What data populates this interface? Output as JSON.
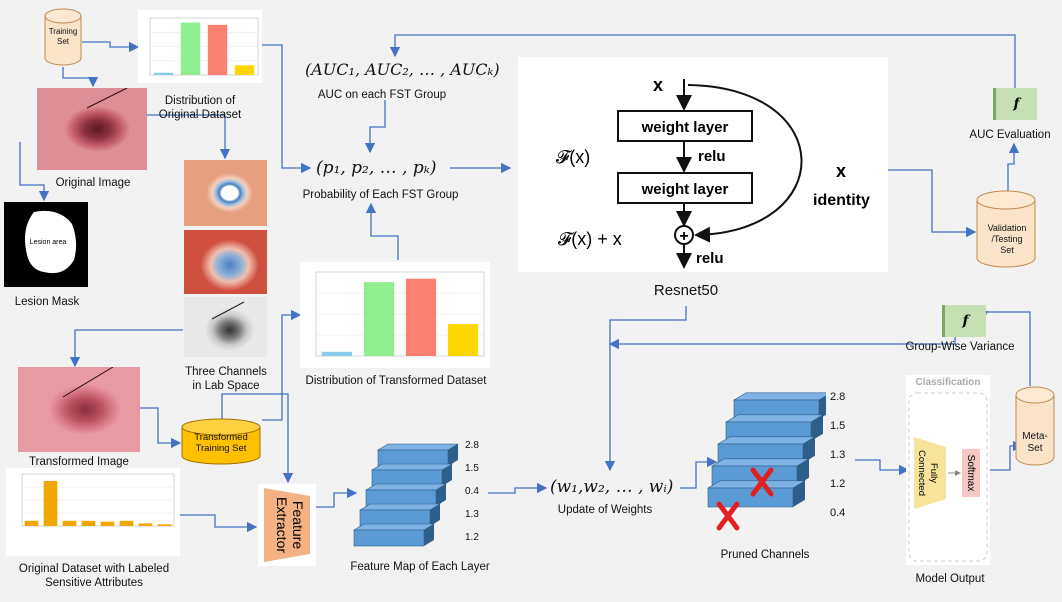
{
  "nodes": {
    "training_set": "Training\nSet",
    "validation_set": "Validation\n/Testing\nSet",
    "meta_set": "Meta-\nSet",
    "transformed_training_set": "Transformed\nTraining Set",
    "feature_extractor": "Feature\nExtractor",
    "lesion_area": "Lesion area",
    "fully_connected": "Fully\nConnected",
    "softmax": "Softmax",
    "classification": "Classification",
    "f_symbol": "f"
  },
  "labels": {
    "dist_original": "Distribution of\nOriginal Dataset",
    "original_image": "Original Image",
    "lesion_mask": "Lesion Mask",
    "three_channels": "Three Channels\nin Lab Space",
    "transformed_image": "Transformed Image",
    "original_sensitive": "Original Dataset with Labeled\nSensitive Attributes",
    "dist_transformed": "Distribution of Transformed Dataset",
    "auc_each_group": "AUC on each FST Group",
    "prob_each_group": "Probability of Each FST Group",
    "resnet50": "Resnet50",
    "auc_evaluation": "AUC Evaluation",
    "group_wise_variance": "Group-Wise Variance",
    "feature_map": "Feature Map of Each Layer",
    "update_weights": "Update of Weights",
    "pruned_channels": "Pruned Channels",
    "model_output": "Model Output"
  },
  "math": {
    "auc_tuple": "(AUC₁, AUC₂, … , AUCₖ)",
    "p_tuple": "(p₁, p₂, … , pₖ)",
    "w_tuple": "(w₁,w₂, … , wᵢ)"
  },
  "resnet": {
    "x_top": "x",
    "weight_layer_1": "weight layer",
    "relu_mid": "relu",
    "weight_layer_2": "weight layer",
    "fx": "𝓕(x)",
    "x_identity_x": "x",
    "identity": "identity",
    "fx_plus_x": "𝓕(x) + x",
    "relu_out": "relu",
    "plus": "+"
  },
  "feature_map_values": [
    "2.8",
    "1.5",
    "0.4",
    "1.3",
    "1.2"
  ],
  "pruned_values": [
    "2.8",
    "1.5",
    "1.3",
    "1.2",
    "0.4"
  ],
  "chart_original": {
    "title": "Original Count by FST Type",
    "values": [
      4,
      92,
      88,
      17
    ],
    "colors": [
      "#87ceeb",
      "#90ee90",
      "#fa8072",
      "#ffd700"
    ],
    "ylim": [
      0,
      100
    ]
  },
  "chart_transformed": {
    "title": "Transformed Count by FST Type",
    "values": [
      5,
      88,
      92,
      38
    ],
    "colors": [
      "#87ceeb",
      "#90ee90",
      "#fa8072",
      "#ffd700"
    ],
    "ylim": [
      0,
      100
    ]
  },
  "chart_sensitive": {
    "values": [
      6,
      52,
      6,
      6,
      5,
      6,
      3,
      2
    ],
    "color": "#f0a800",
    "ylim": [
      0,
      60
    ]
  },
  "colors": {
    "arrow": "#4472c4",
    "cylinder": "#fbe3c8",
    "cylinder_stroke": "#c08a50",
    "transformed_cyl": "#ffc000",
    "f_box": "#c6e0b4",
    "layer": "#5b9bd5",
    "layer_dark": "#2e5f8a",
    "extractor": "#f4b183",
    "red_x": "#e02020"
  }
}
